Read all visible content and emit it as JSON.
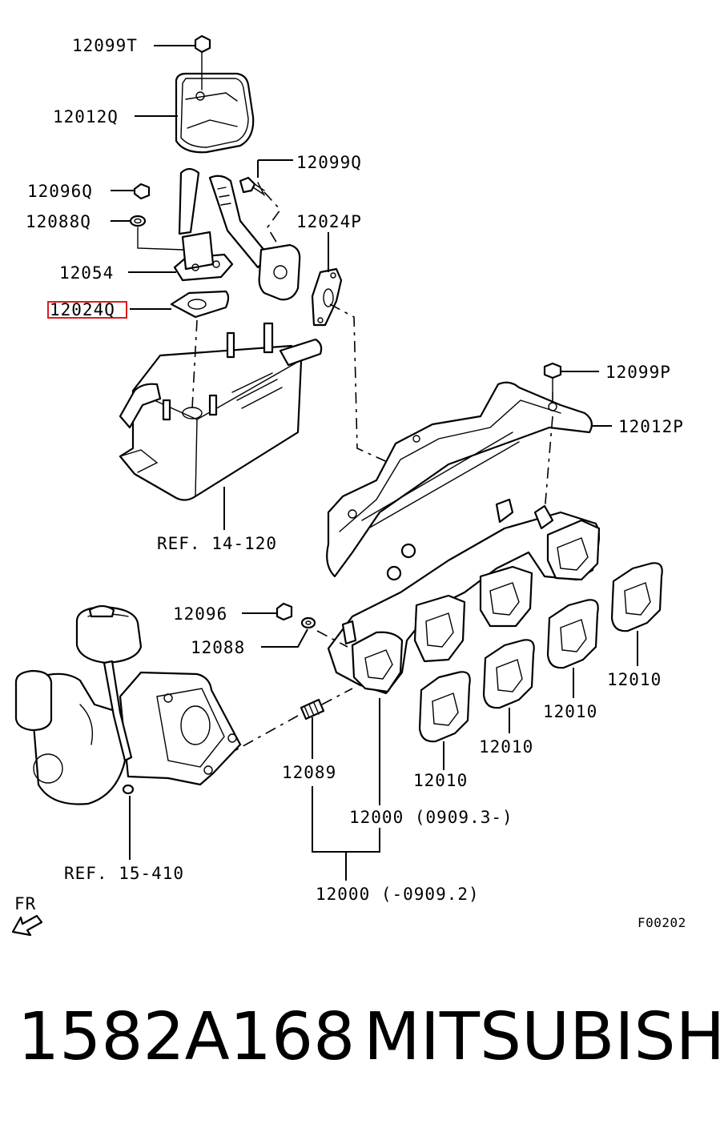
{
  "diagram": {
    "labels": {
      "l_12099T": "12099T",
      "l_12012Q": "12012Q",
      "l_12099Q": "12099Q",
      "l_12096Q": "12096Q",
      "l_12088Q": "12088Q",
      "l_12024P": "12024P",
      "l_12054": "12054",
      "l_12024Q": "12024Q",
      "l_12099P": "12099P",
      "l_12012P": "12012P",
      "l_ref14": "REF. 14-120",
      "l_12096": "12096",
      "l_12088": "12088",
      "l_12010_a": "12010",
      "l_12010_b": "12010",
      "l_12010_c": "12010",
      "l_12010_d": "12010",
      "l_12089": "12089",
      "l_12000_new": "12000 (0909.3-)",
      "l_12000_old": "12000 (-0909.2)",
      "l_ref15": "REF. 15-410",
      "l_fr": "FR",
      "l_code": "F00202"
    },
    "highlighted_label": "12024Q",
    "highlight_color": "#e01b1b"
  },
  "footer": {
    "part_number": "1582A168",
    "brand": "MITSUBISHI"
  }
}
